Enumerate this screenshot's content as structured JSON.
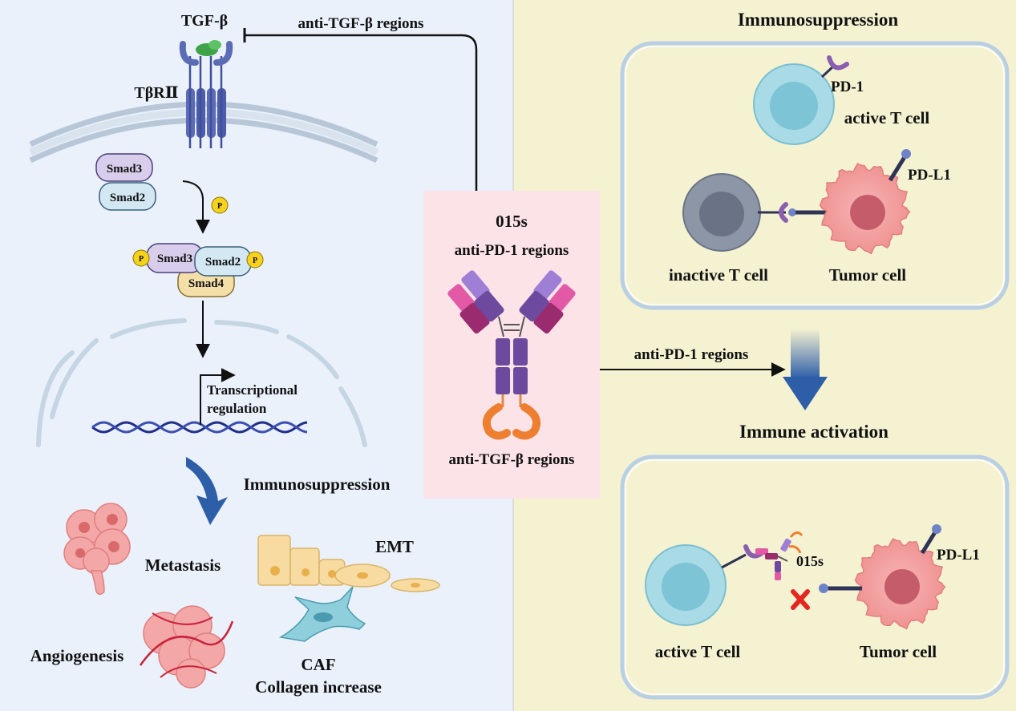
{
  "left_panel": {
    "ligand_label": "TGF-β",
    "receptor_label": "TβRⅡ",
    "smad3_label": "Smad3",
    "smad2_label": "Smad2",
    "smad4_label": "Smad4",
    "phospho_label": "P",
    "transcription_line1": "Transcriptional",
    "transcription_line2": "regulation",
    "outcome_heading": "Immunosuppression",
    "metastasis_label": "Metastasis",
    "emt_label": "EMT",
    "angiogenesis_label": "Angiogenesis",
    "caf_label": "CAF",
    "collagen_label": "Collagen increase",
    "block_arrow_label": "anti-TGF-β regions"
  },
  "center_box": {
    "title": "015s",
    "top_label": "anti-PD-1 regions",
    "bottom_label": "anti-TGF-β regions",
    "arrow_label": "anti-PD-1 regions"
  },
  "right_panel": {
    "top_heading": "Immunosuppression",
    "pd1_label": "PD-1",
    "active_t_label": "active T cell",
    "pdl1_label": "PD-L1",
    "inactive_t_label": "inactive T cell",
    "tumor_label": "Tumor cell",
    "bottom_heading": "Immune activation",
    "drug_label": "015s",
    "active_t_label_2": "active T cell",
    "pdl1_label_2": "PD-L1",
    "tumor_label_2": "Tumor cell"
  },
  "colors": {
    "left_bg": "#eaf1fb",
    "right_bg": "#f5f2d2",
    "center_box": "#fbe3e8",
    "receptor": "#5b6bb5",
    "membrane": "#b7c7d8",
    "dna": "#1f2f8a",
    "tumor": "#f19a9a",
    "t_cell": "#a8dbe6",
    "inactive_t_cell": "#8d96a6",
    "down_arrow": "#2f5ea8",
    "phospho": "#f6d21c",
    "block_x": "#e3271f"
  }
}
